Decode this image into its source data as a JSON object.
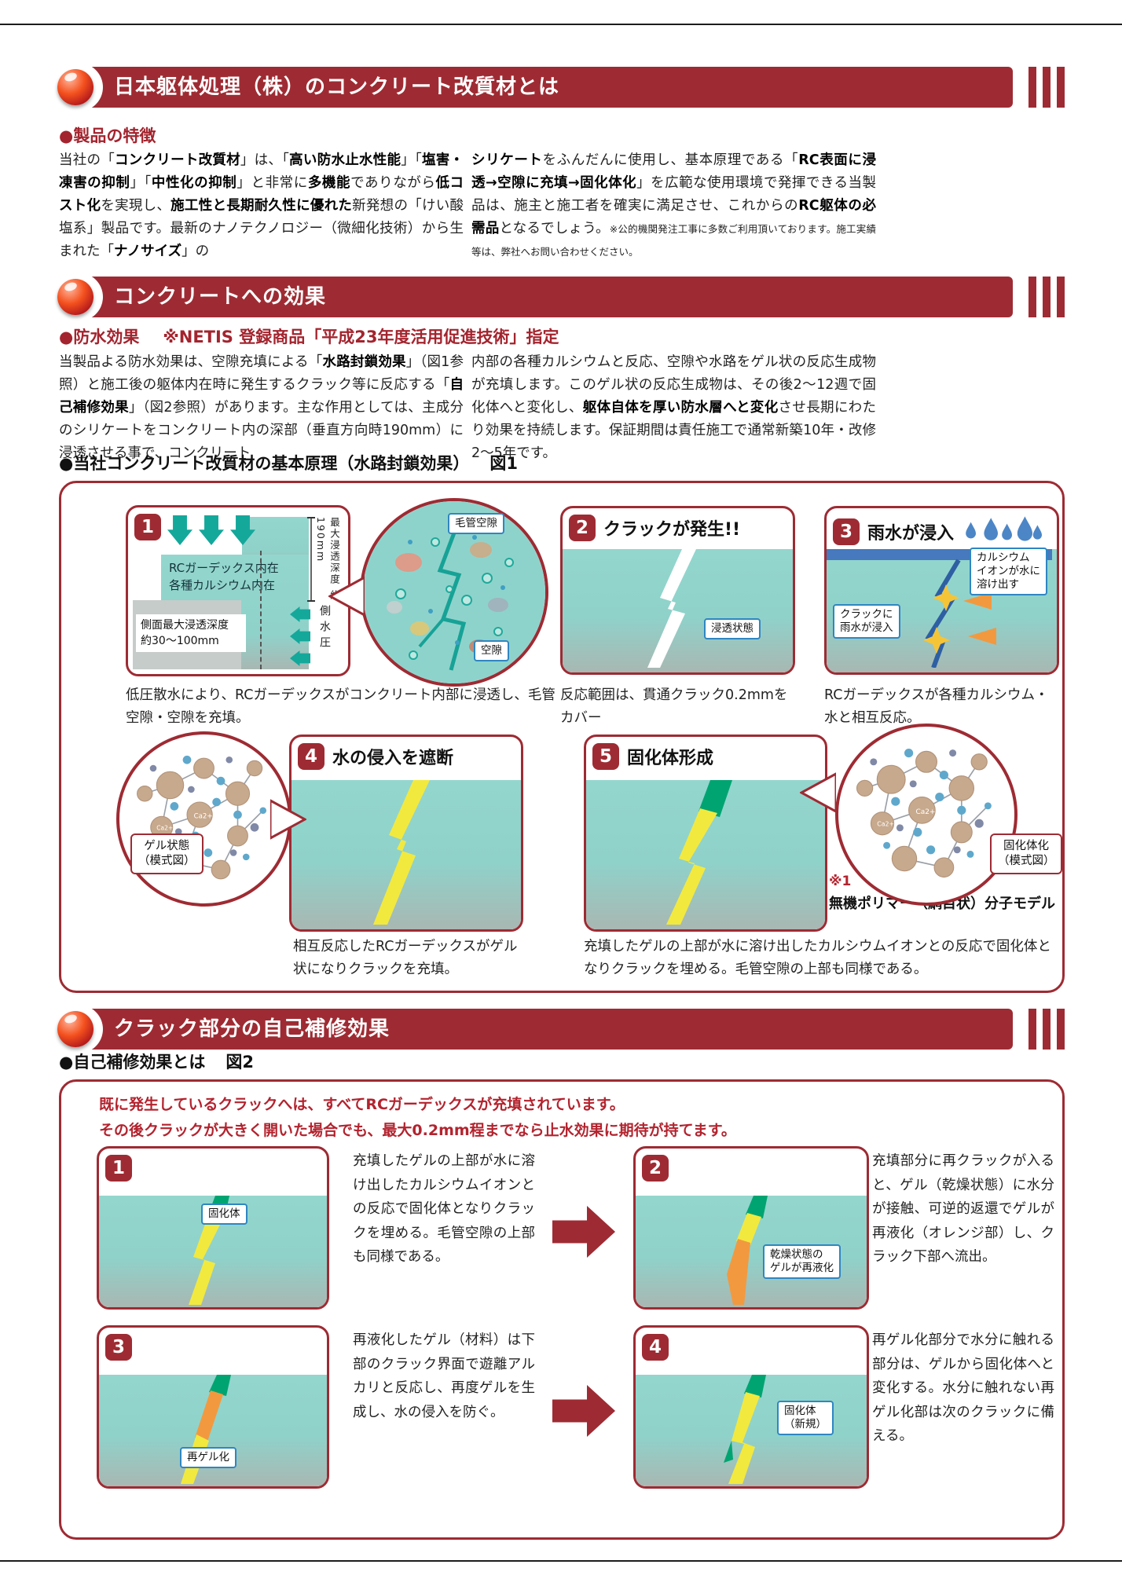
{
  "colors": {
    "accent_dark_red": "#9E2B33",
    "accent_red_text": "#B3232E",
    "teal_concrete": "#8FD2CA",
    "teal_arrow": "#14A89B",
    "callout_blue": "#2F86C2",
    "water_blue": "#4679BE",
    "crack_yellow": "#F2E93F",
    "crack_orange": "#F2993F",
    "crack_green": "#00A471"
  },
  "band1": {
    "title": "日本躯体処理（株）のコンクリート改質材とは"
  },
  "features": {
    "heading": "●製品の特徴",
    "left": [
      {
        "t": "当社の「",
        "b": false
      },
      {
        "t": "コンクリート改質材",
        "b": true
      },
      {
        "t": "」は、「",
        "b": false
      },
      {
        "t": "高い防水止水性能",
        "b": true
      },
      {
        "t": "」「",
        "b": false
      },
      {
        "t": "塩害・凍害の抑制",
        "b": true
      },
      {
        "t": "」「",
        "b": false
      },
      {
        "t": "中性化の抑制",
        "b": true
      },
      {
        "t": "」と非常に",
        "b": false
      },
      {
        "t": "多機能",
        "b": true
      },
      {
        "t": "でありながら",
        "b": false
      },
      {
        "t": "低コスト化",
        "b": true
      },
      {
        "t": "を実現し、",
        "b": false
      },
      {
        "t": "施工性と長期耐久性に優れた",
        "b": true
      },
      {
        "t": "新発想の「けい酸塩系」製品です。最新のナノテクノロジー（微細化技術）から生まれた「",
        "b": false
      },
      {
        "t": "ナノサイズ",
        "b": true
      },
      {
        "t": "」の",
        "b": false
      }
    ],
    "right": [
      {
        "t": "シリケート",
        "b": true
      },
      {
        "t": "をふんだんに使用し、基本原理である「",
        "b": false
      },
      {
        "t": "RC表面に浸透→空隙に充填→固化体化",
        "b": true
      },
      {
        "t": "」を広範な使用環境で発揮できる当製品は、施主と施工者を確実に満足させ、これからの",
        "b": false
      },
      {
        "t": "RC躯体の必需品",
        "b": true
      },
      {
        "t": "となるでしょう。",
        "b": false
      },
      {
        "t": "※公的機関発注工事に多数ご利用頂いております。施工実績等は、弊社へお問い合わせください。",
        "b": false,
        "small": true
      }
    ]
  },
  "band2": {
    "title": "コンクリートへの効果"
  },
  "waterproof": {
    "heading": "●防水効果",
    "heading_sub": "※NETIS 登録商品「平成23年度活用促進技術」指定",
    "left": [
      {
        "t": "当製品よる防水効果は、空隙充填による「",
        "b": false
      },
      {
        "t": "水路封鎖効果",
        "b": true
      },
      {
        "t": "」（図1参照）と施工後の躯体内在時に発生するクラック等に反応する「",
        "b": false
      },
      {
        "t": "自己補修効果",
        "b": true
      },
      {
        "t": "」（図2参照）があります。主な作用としては、主成分のシリケートをコンクリート内の深部（垂直方向時190mm）に浸透させる事で、コンクリート",
        "b": false
      }
    ],
    "right": [
      {
        "t": "内部の各種カルシウムと反応、空隙や水路をゲル状の反応生成物が充填します。このゲル状の反応生成物は、その後2〜12週で固化体へと変化し、",
        "b": false
      },
      {
        "t": "躯体自体を厚い防水層へと変化",
        "b": true
      },
      {
        "t": "させ長期にわたり効果を持続します。保証期間は責任施工で通常新築10年・改修2〜5年です。",
        "b": false
      }
    ]
  },
  "fig1": {
    "heading": "●当社コンクリート改質材の基本原理（水路封鎖効果）",
    "fig_label": "図1",
    "panel1": {
      "num": "1",
      "internal_label": "RCガーデックス内在\n各種カルシウム内在",
      "side_depth_label": "側面最大浸透深度\n約30〜100mm",
      "depth_value": "約190mm",
      "depth_label": "最大浸透深度",
      "side_pressure": "側水圧",
      "caption": "低圧散水により、RCガーデックスがコンクリート内部に浸透し、毛管空隙・空隙を充填。"
    },
    "zoom1": {
      "label_top": "毛管空隙",
      "label_bottom": "空隙"
    },
    "panel2": {
      "num": "2",
      "title": "クラックが発生!!",
      "label": "浸透状態",
      "caption": "反応範囲は、貫通クラック0.2mmをカバー"
    },
    "panel3": {
      "num": "3",
      "title": "雨水が浸入",
      "label_left": "クラックに\n雨水が浸入",
      "label_right": "カルシウム\nイオンが水に\n溶け出す",
      "caption": "RCガーデックスが各種カルシウム・水と相互反応。"
    },
    "gel_model_label": "ゲル状態\n（模式図）",
    "panel4": {
      "num": "4",
      "title": "水の侵入を遮断",
      "caption": "相互反応したRCガーデックスがゲル状になりクラックを充填。"
    },
    "panel5": {
      "num": "5",
      "title": "固化体形成",
      "caption": "充填したゲルの上部が水に溶け出したカルシウムイオンとの反応で固化体となりクラックを埋める。毛管空隙の上部も同様である。"
    },
    "solid_model_label": "固化体化\n（模式図）",
    "note_mark": "※1",
    "note_text": "無機ポリマー（網目状）分子モデル"
  },
  "band3": {
    "title": "クラック部分の自己補修効果"
  },
  "fig2": {
    "heading": "●自己補修効果とは",
    "fig_label": "図2",
    "intro_line1": "既に発生しているクラックへは、すべてRCガーデックスが充填されています。",
    "intro_line2": "その後クラックが大きく開いた場合でも、最大0.2mm程までなら止水効果に期待が持てます。",
    "steps": [
      {
        "num": "1",
        "label": "固化体",
        "text": "充填したゲルの上部が水に溶け出したカルシウムイオンとの反応で固化体となりクラックを埋める。毛管空隙の上部も同様である。"
      },
      {
        "num": "2",
        "label": "乾燥状態の\nゲルが再液化",
        "text": "充填部分に再クラックが入ると、ゲル（乾燥状態）に水分が接触、可逆的返還でゲルが再液化（オレンジ部）し、クラック下部へ流出。"
      },
      {
        "num": "3",
        "label": "再ゲル化",
        "text": "再液化したゲル（材料）は下部のクラック界面で遊離アルカリと反応し、再度ゲルを生成し、水の侵入を防ぐ。"
      },
      {
        "num": "4",
        "label": "固化体\n（新規）",
        "text": "再ゲル化部分で水分に触れる部分は、ゲルから固化体へと変化する。水分に触れない再ゲル化部は次のクラックに備える。"
      }
    ]
  }
}
